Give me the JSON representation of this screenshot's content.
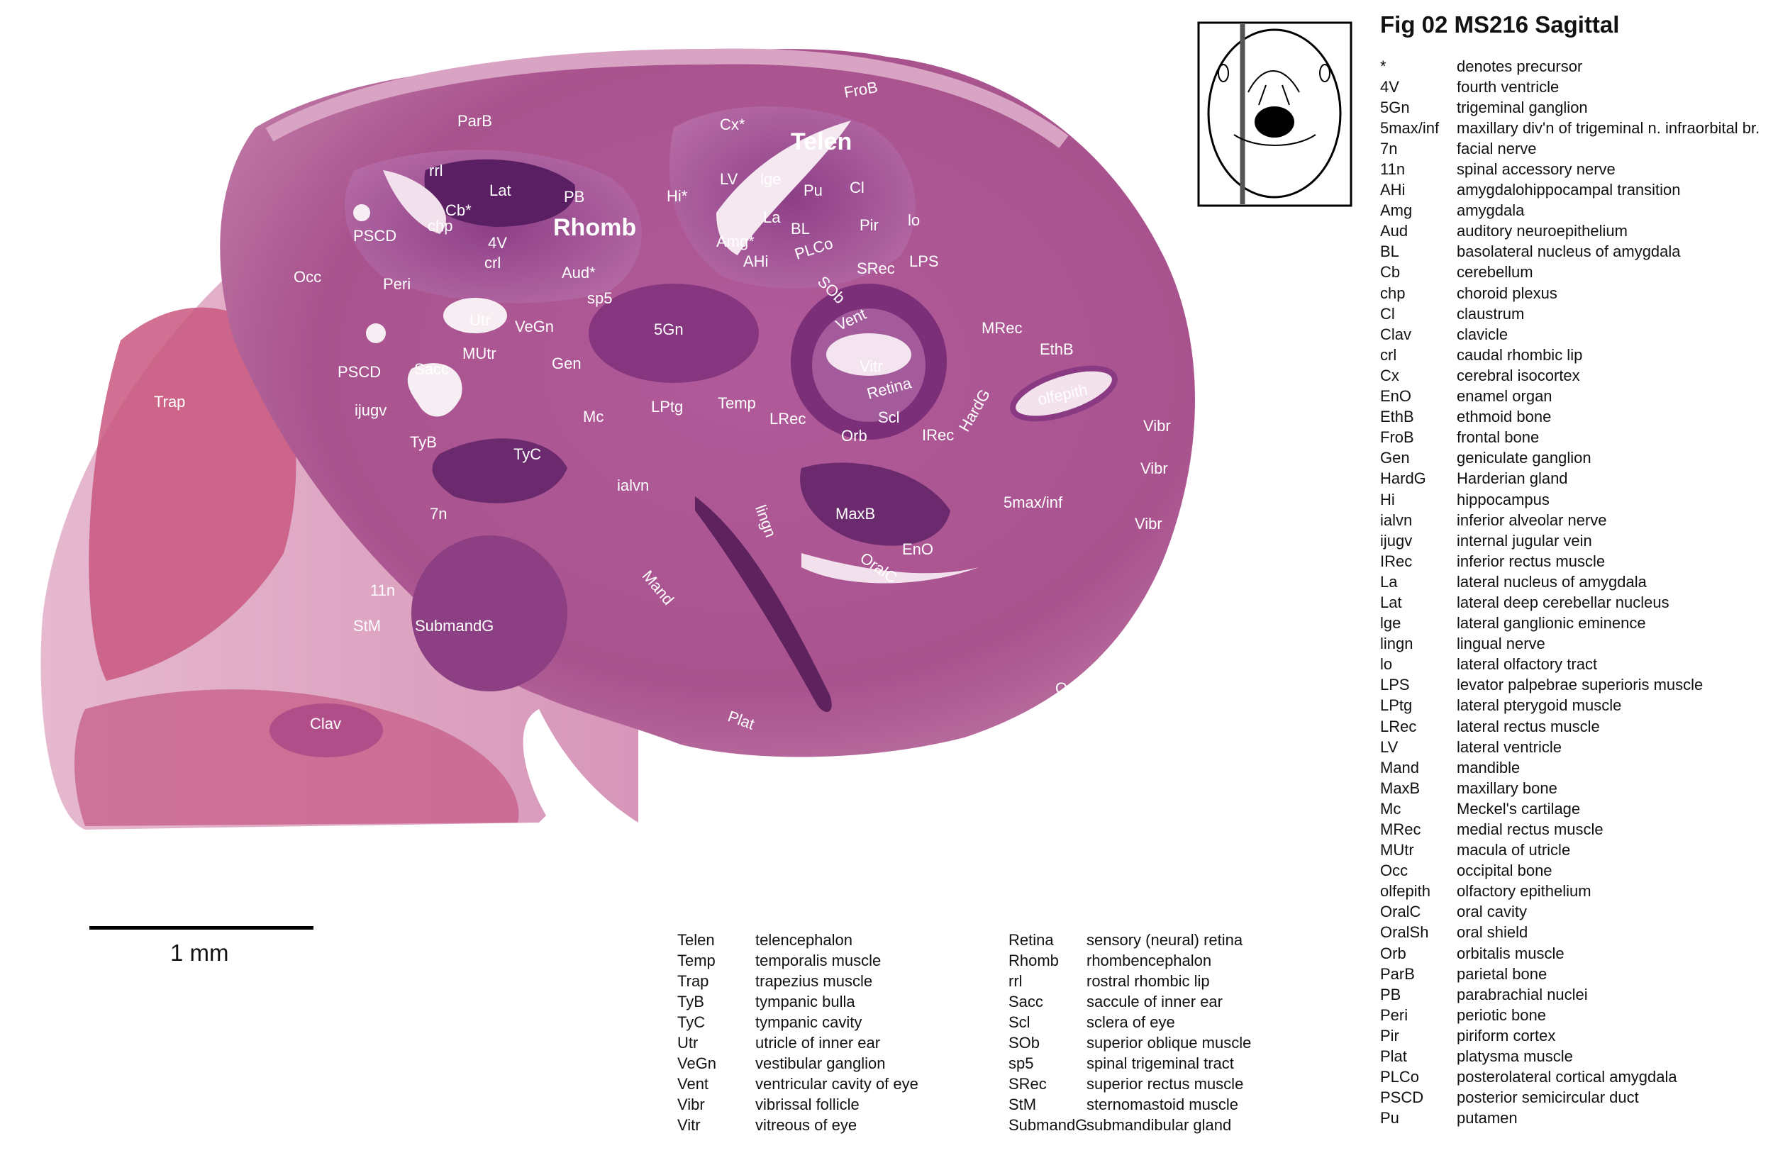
{
  "title": "Fig 02  MS216 Sagittal",
  "scale_bar": {
    "label": "1 mm"
  },
  "colors": {
    "tissue": "#b5558f",
    "tissue_dark": "#5a1f63",
    "tissue_light": "#e4b4d0",
    "background": "#ffffff",
    "label_text": "#ffffff"
  },
  "image_labels": {
    "telen": "Telen",
    "rhomb": "Rhomb",
    "frob": "FroB",
    "parb": "ParB",
    "cx": "Cx*",
    "rrl": "rrl",
    "lat": "Lat",
    "pb": "PB",
    "lv": "LV",
    "lge": "lge",
    "pu": "Pu",
    "cl": "Cl",
    "hi": "Hi*",
    "cb": "Cb*",
    "chp": "chp",
    "pscd1": "PSCD",
    "v4": "4V",
    "crl": "crl",
    "amg": "Amg*",
    "la": "La",
    "bl": "BL",
    "pir": "Pir",
    "lo": "lo",
    "ahi": "AHi",
    "plco": "PLCo",
    "aud": "Aud*",
    "occ": "Occ",
    "peri": "Peri",
    "sp5": "sp5",
    "sob": "SOb",
    "srec": "SRec",
    "lps": "LPS",
    "utr": "Utr",
    "vegn": "VeGn",
    "gn5": "5Gn",
    "vent": "Vent",
    "mrec": "MRec",
    "ethb": "EthB",
    "mutr": "MUtr",
    "pscd2": "PSCD",
    "sacc": "Sacc",
    "gen": "Gen",
    "vitr": "Vitr",
    "retina": "Retina",
    "hardg": "HardG",
    "olfepith": "olfepith",
    "trap": "Trap",
    "ijugv": "ijugv",
    "mc": "Mc",
    "lptg": "LPtg",
    "temp": "Temp",
    "lrec": "LRec",
    "scl": "Scl",
    "orb": "Orb",
    "irec": "IRec",
    "vibr1": "Vibr",
    "tyb": "TyB",
    "tyc": "TyC",
    "vibr2": "Vibr",
    "ialvn": "ialvn",
    "lingn": "lingn",
    "maxb": "MaxB",
    "max5inf": "5max/inf",
    "n7": "7n",
    "vibr3": "Vibr",
    "eno": "EnO",
    "oralc": "OralC",
    "mand": "Mand",
    "n11": "11n",
    "stm": "StM",
    "submandg": "SubmandG",
    "oralsh": "OralSh",
    "clav": "Clav",
    "plat": "Plat"
  },
  "legend_right": [
    {
      "abbr": "*",
      "term": "denotes precursor"
    },
    {
      "abbr": "4V",
      "term": "fourth ventricle"
    },
    {
      "abbr": "5Gn",
      "term": "trigeminal ganglion"
    },
    {
      "abbr": "5max/inf",
      "term": "maxillary div'n of trigeminal n. infraorbital br."
    },
    {
      "abbr": "7n",
      "term": "facial nerve"
    },
    {
      "abbr": "11n",
      "term": "spinal accessory nerve"
    },
    {
      "abbr": "AHi",
      "term": "amygdalohippocampal transition"
    },
    {
      "abbr": "Amg",
      "term": "amygdala"
    },
    {
      "abbr": "Aud",
      "term": "auditory neuroepithelium"
    },
    {
      "abbr": "BL",
      "term": "basolateral nucleus of amygdala"
    },
    {
      "abbr": "Cb",
      "term": "cerebellum"
    },
    {
      "abbr": "chp",
      "term": "choroid plexus"
    },
    {
      "abbr": "Cl",
      "term": "claustrum"
    },
    {
      "abbr": "Clav",
      "term": "clavicle"
    },
    {
      "abbr": "crl",
      "term": "caudal rhombic lip"
    },
    {
      "abbr": "Cx",
      "term": "cerebral isocortex"
    },
    {
      "abbr": "EnO",
      "term": "enamel organ"
    },
    {
      "abbr": "EthB",
      "term": "ethmoid bone"
    },
    {
      "abbr": "FroB",
      "term": "frontal bone"
    },
    {
      "abbr": "Gen",
      "term": "geniculate ganglion"
    },
    {
      "abbr": "HardG",
      "term": "Harderian gland"
    },
    {
      "abbr": "Hi",
      "term": "hippocampus"
    },
    {
      "abbr": "ialvn",
      "term": "inferior alveolar nerve"
    },
    {
      "abbr": "ijugv",
      "term": "internal jugular vein"
    },
    {
      "abbr": "IRec",
      "term": "inferior rectus muscle"
    },
    {
      "abbr": "La",
      "term": "lateral nucleus of amygdala"
    },
    {
      "abbr": "Lat",
      "term": "lateral deep cerebellar nucleus"
    },
    {
      "abbr": "lge",
      "term": "lateral ganglionic eminence"
    },
    {
      "abbr": "lingn",
      "term": "lingual nerve"
    },
    {
      "abbr": "lo",
      "term": "lateral olfactory tract"
    },
    {
      "abbr": "LPS",
      "term": "levator palpebrae superioris muscle"
    },
    {
      "abbr": "LPtg",
      "term": "lateral pterygoid muscle"
    },
    {
      "abbr": "LRec",
      "term": "lateral rectus muscle"
    },
    {
      "abbr": "LV",
      "term": "lateral ventricle"
    },
    {
      "abbr": "Mand",
      "term": "mandible"
    },
    {
      "abbr": "MaxB",
      "term": "maxillary bone"
    },
    {
      "abbr": "Mc",
      "term": "Meckel's cartilage"
    },
    {
      "abbr": "MRec",
      "term": "medial rectus muscle"
    },
    {
      "abbr": "MUtr",
      "term": "macula of utricle"
    },
    {
      "abbr": "Occ",
      "term": "occipital bone"
    },
    {
      "abbr": "olfepith",
      "term": "olfactory epithelium"
    },
    {
      "abbr": "OralC",
      "term": "oral cavity"
    },
    {
      "abbr": "OralSh",
      "term": "oral shield"
    },
    {
      "abbr": "Orb",
      "term": "orbitalis muscle"
    },
    {
      "abbr": "ParB",
      "term": "parietal bone"
    },
    {
      "abbr": "PB",
      "term": "parabrachial nuclei"
    },
    {
      "abbr": "Peri",
      "term": "periotic bone"
    },
    {
      "abbr": "Pir",
      "term": "piriform cortex"
    },
    {
      "abbr": "Plat",
      "term": "platysma muscle"
    },
    {
      "abbr": "PLCo",
      "term": "posterolateral cortical amygdala"
    },
    {
      "abbr": "PSCD",
      "term": "posterior semicircular duct"
    },
    {
      "abbr": "Pu",
      "term": "putamen"
    }
  ],
  "legend_bottom_1": [
    {
      "abbr": "Telen",
      "term": "telencephalon"
    },
    {
      "abbr": "Temp",
      "term": "temporalis muscle"
    },
    {
      "abbr": "Trap",
      "term": "trapezius muscle"
    },
    {
      "abbr": "TyB",
      "term": "tympanic bulla"
    },
    {
      "abbr": "TyC",
      "term": "tympanic cavity"
    },
    {
      "abbr": "Utr",
      "term": "utricle of inner ear"
    },
    {
      "abbr": "VeGn",
      "term": "vestibular ganglion"
    },
    {
      "abbr": "Vent",
      "term": "ventricular cavity of eye"
    },
    {
      "abbr": "Vibr",
      "term": "vibrissal follicle"
    },
    {
      "abbr": "Vitr",
      "term": "vitreous of eye"
    }
  ],
  "legend_bottom_2": [
    {
      "abbr": "Retina",
      "term": "sensory (neural) retina"
    },
    {
      "abbr": "Rhomb",
      "term": "rhombencephalon"
    },
    {
      "abbr": "rrl",
      "term": "rostral rhombic lip"
    },
    {
      "abbr": "Sacc",
      "term": "saccule of inner ear"
    },
    {
      "abbr": "Scl",
      "term": "sclera of eye"
    },
    {
      "abbr": "SOb",
      "term": "superior oblique muscle"
    },
    {
      "abbr": "sp5",
      "term": "spinal trigeminal tract"
    },
    {
      "abbr": "SRec",
      "term": "superior rectus muscle"
    },
    {
      "abbr": "StM",
      "term": "sternomastoid muscle"
    },
    {
      "abbr": "SubmandG",
      "term": "submandibular gland"
    }
  ]
}
